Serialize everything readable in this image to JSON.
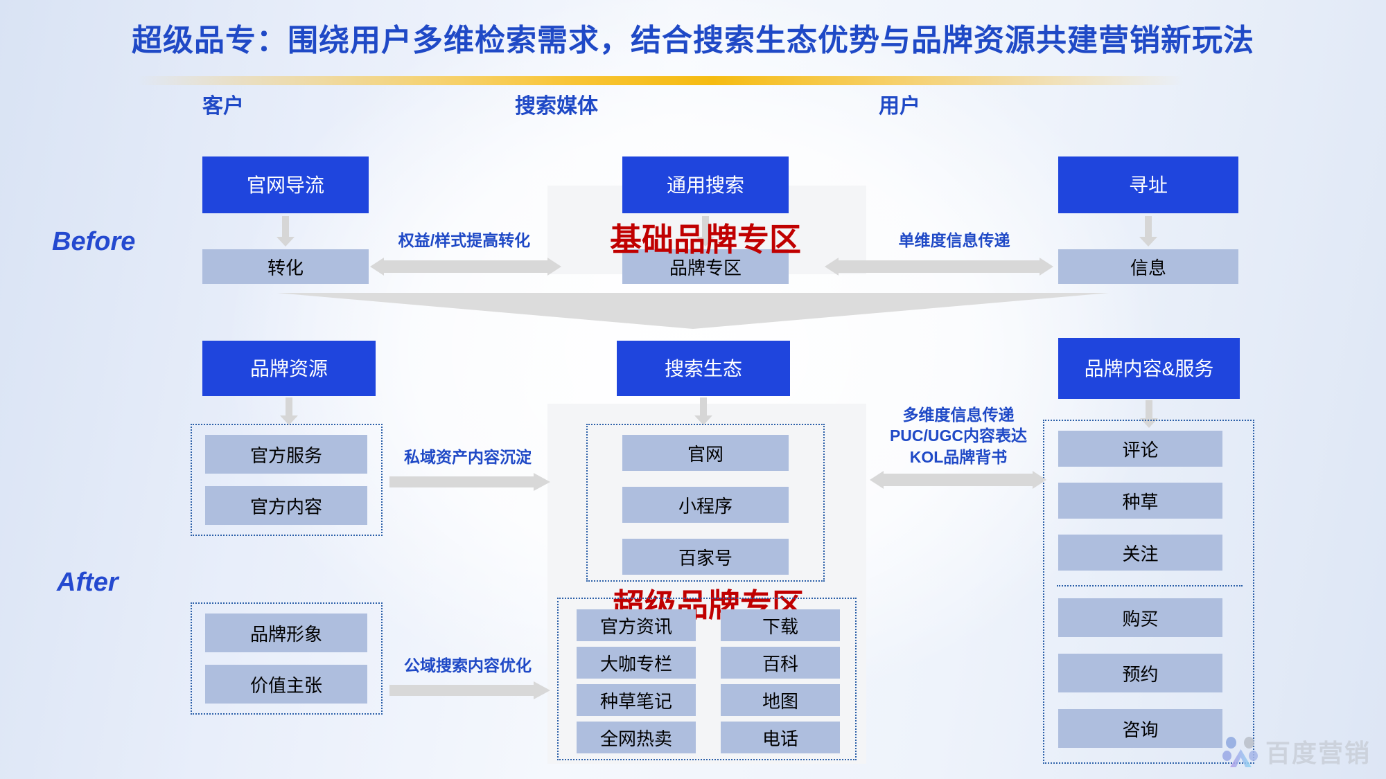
{
  "slide": {
    "title": "超级品专：围绕用户多维检索需求，结合搜索生态优势与品牌资源共建营销新玩法",
    "accent_blue": "#1f49c6",
    "box_blue": "#1f45dd",
    "box_light": "#aebede",
    "underline_gold": "#f5bb12",
    "red_label_color": "#c00000"
  },
  "columns": {
    "customer": "客户",
    "media": "搜索媒体",
    "user": "用户"
  },
  "stages": {
    "before": "Before",
    "after": "After"
  },
  "before": {
    "customer": {
      "primary": "官网导流",
      "secondary": "转化"
    },
    "media": {
      "primary": "通用搜索",
      "secondary": "品牌专区",
      "red_label": "基础品牌专区"
    },
    "user": {
      "primary": "寻址",
      "secondary": "信息"
    },
    "connector_left": "权益/样式提高转化",
    "connector_right": "单维度信息传递"
  },
  "after": {
    "brand_resource": {
      "primary": "品牌资源",
      "group_top": [
        "官方服务",
        "官方内容"
      ],
      "group_bottom": [
        "品牌形象",
        "价值主张"
      ]
    },
    "search_eco": {
      "primary": "搜索生态",
      "group_top": [
        "官网",
        "小程序",
        "百家号"
      ],
      "grid_left": [
        "官方资讯",
        "大咖专栏",
        "种草笔记",
        "全网热卖"
      ],
      "grid_right": [
        "下载",
        "百科",
        "地图",
        "电话"
      ],
      "red_label": "超级品牌专区"
    },
    "brand_content": {
      "primary": "品牌内容&服务",
      "group_top": [
        "评论",
        "种草",
        "关注"
      ],
      "group_bottom": [
        "购买",
        "预约",
        "咨询"
      ]
    },
    "connector_top_left": "私域资产内容沉淀",
    "connector_bottom_left": "公域搜索内容优化",
    "connector_right": [
      "多维度信息传递",
      "PUC/UGC内容表达",
      "KOL品牌背书"
    ]
  },
  "logo": {
    "text": "百度营销",
    "icon": "baidu-paw-icon"
  }
}
